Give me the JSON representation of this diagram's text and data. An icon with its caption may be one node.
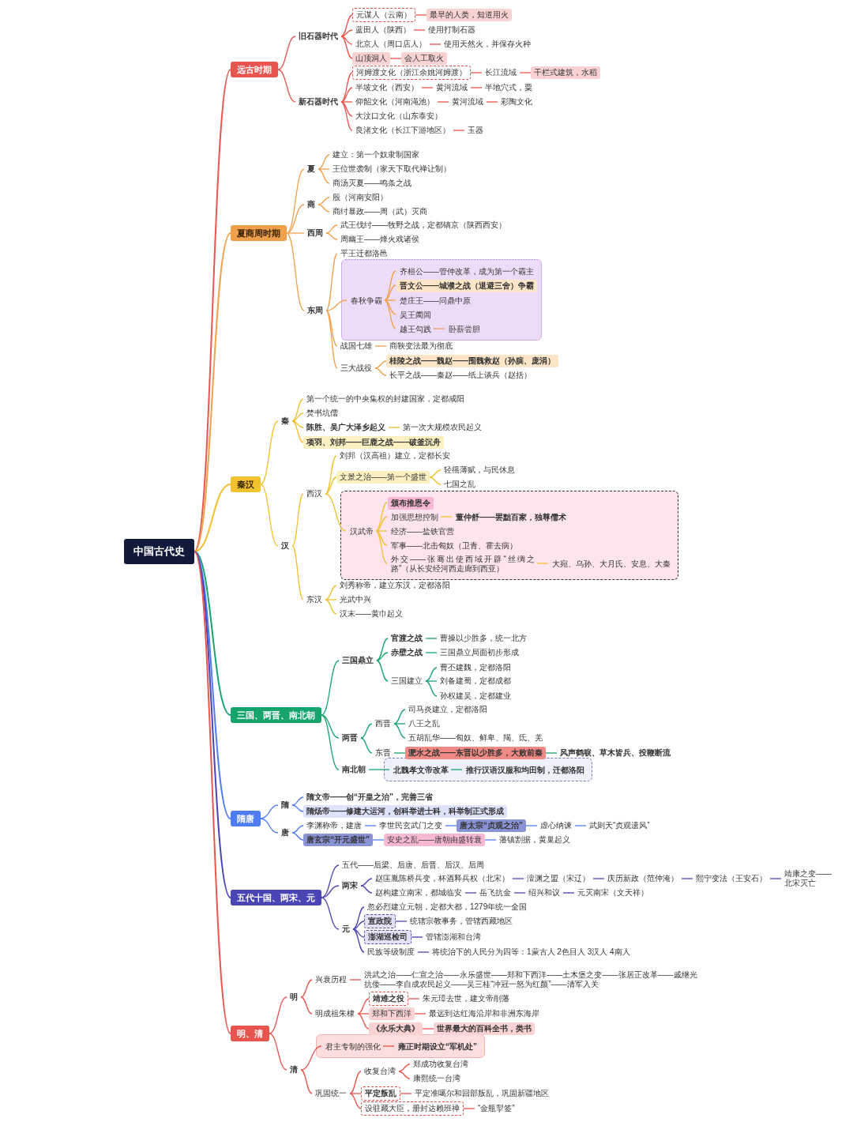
{
  "diagram": {
    "nodes": [
      {
        "text": [
          "中国古代史"
        ]
      },
      {
        "text": [
          "远古时期"
        ]
      },
      {
        "text": [
          "旧石器时代"
        ]
      },
      {
        "text": [
          "元谋人（云南）"
        ]
      },
      {
        "text": [
          "最早的人类，知道用火"
        ]
      },
      {
        "text": [
          "蓝田人（陕西）"
        ]
      },
      {
        "text": [
          "使用打制石器"
        ]
      },
      {
        "text": [
          "北京人（周口店人）"
        ]
      },
      {
        "text": [
          "使用天然火，并保存火种"
        ]
      },
      {
        "text": [
          "山顶洞人"
        ]
      },
      {
        "text": [
          "会人工取火"
        ]
      },
      {
        "text": [
          "新石器时代"
        ]
      },
      {
        "text": [
          "河姆渡文化（浙江余姚河姆渡）"
        ]
      },
      {
        "text": [
          "长江流域"
        ]
      },
      {
        "text": [
          "干栏式建筑，水稻"
        ]
      },
      {
        "text": [
          "半坡文化（西安）"
        ]
      },
      {
        "text": [
          "黄河流域"
        ]
      },
      {
        "text": [
          "半地穴式，粟"
        ]
      },
      {
        "text": [
          "仰韶文化（河南渑池）"
        ]
      },
      {
        "text": [
          "黄河流域"
        ]
      },
      {
        "text": [
          "彩陶文化"
        ]
      },
      {
        "text": [
          "大汶口文化（山东泰安）"
        ]
      },
      {
        "text": [
          "良渚文化（长江下游地区）"
        ]
      },
      {
        "text": [
          "玉器"
        ]
      },
      {
        "text": [
          "夏商周时期"
        ]
      },
      {
        "text": [
          "夏"
        ]
      },
      {
        "text": [
          "建立：第一个奴隶制国家"
        ]
      },
      {
        "text": [
          "王位世袭制（家天下取代禅让制）"
        ]
      },
      {
        "text": [
          "商汤灭夏——鸣条之战"
        ]
      },
      {
        "text": [
          "商"
        ]
      },
      {
        "text": [
          "殷（河南安阳）"
        ]
      },
      {
        "text": [
          "商纣暴政——周（武）灭商"
        ]
      },
      {
        "text": [
          "西周"
        ]
      },
      {
        "text": [
          "武王伐纣——牧野之战，定都镐京（陕西西安）"
        ]
      },
      {
        "text": [
          "周幽王——烽火戏诸侯"
        ]
      },
      {
        "text": [
          "东周"
        ]
      },
      {
        "text": [
          "平王迁都洛邑"
        ]
      },
      {
        "text": [],
        "shape": "box"
      },
      {
        "text": [
          "春秋争霸"
        ],
        "in": 37
      },
      {
        "text": [
          "齐桓公——管仲改革，成为第一个霸主"
        ],
        "in": 37
      },
      {
        "text": [
          "晋文公——城濮之战（退避三舍）争霸"
        ],
        "in": 37
      },
      {
        "text": [
          "楚庄王——问鼎中原"
        ],
        "in": 37
      },
      {
        "text": [
          "吴王阖闾"
        ],
        "in": 37
      },
      {
        "text": [
          "越王勾践"
        ],
        "in": 37
      },
      {
        "text": [
          "卧薪尝胆"
        ],
        "in": 37
      },
      {
        "text": [
          "战国七雄"
        ]
      },
      {
        "text": [
          "商鞅变法最为彻底"
        ]
      },
      {
        "text": [
          "三大战役"
        ]
      },
      {
        "text": [
          "桂陵之战——魏赵——围魏救赵（孙膑、庞涓）"
        ]
      },
      {
        "text": [
          "长平之战——秦赵——纸上谈兵（赵括）"
        ]
      },
      {
        "text": [
          "秦汉"
        ]
      },
      {
        "text": [
          "秦"
        ]
      },
      {
        "text": [
          "第一个统一的中央集权的封建国家，定都咸阳"
        ]
      },
      {
        "text": [
          "焚书坑儒"
        ]
      },
      {
        "text": [
          "陈胜、吴广大泽乡起义"
        ]
      },
      {
        "text": [
          "第一次大规模农民起义"
        ]
      },
      {
        "text": [
          "项羽、刘邦——巨鹿之战——破釜沉舟"
        ]
      },
      {
        "text": [
          "汉"
        ]
      },
      {
        "text": [
          "西汉"
        ]
      },
      {
        "text": [
          "刘邦（汉高祖）建立，定都长安"
        ]
      },
      {
        "text": [
          "文景之治——第一个盛世"
        ]
      },
      {
        "text": [
          "轻徭薄赋，与民休息"
        ]
      },
      {
        "text": [
          "七国之乱"
        ]
      },
      {
        "text": [],
        "shape": "box"
      },
      {
        "text": [
          "汉武帝"
        ],
        "in": 63
      },
      {
        "text": [
          "颁布推恩令"
        ],
        "in": 63
      },
      {
        "text": [
          "加强思想控制"
        ],
        "in": 63
      },
      {
        "text": [
          "董仲舒——罢黜百家，独尊儒术"
        ],
        "in": 63
      },
      {
        "text": [
          "经济——盐铁官营"
        ],
        "in": 63
      },
      {
        "text": [
          "军事——北击匈奴（卫青、霍去病）"
        ],
        "in": 63
      },
      {
        "text": [
          "外交——张骞出使西域开辟“丝绸之路”（从长安经河西走廊到西亚）"
        ],
        "in": 63
      },
      {
        "text": [
          "大宛、乌孙、大月氏、安息、大秦"
        ],
        "in": 63
      },
      {
        "text": [
          "东汉"
        ]
      },
      {
        "text": [
          "刘秀称帝，建立东汉，定都洛阳"
        ]
      },
      {
        "text": [
          "光武中兴"
        ]
      },
      {
        "text": [
          "汉末——黄巾起义"
        ]
      },
      {
        "text": [
          "三国、两晋、南北朝"
        ]
      },
      {
        "text": [
          "三国鼎立"
        ]
      },
      {
        "text": [
          "官渡之战"
        ]
      },
      {
        "text": [
          "曹操以少胜多，统一北方"
        ]
      },
      {
        "text": [
          "赤壁之战"
        ]
      },
      {
        "text": [
          "三国鼎立局面初步形成"
        ]
      },
      {
        "text": [
          "三国建立"
        ]
      },
      {
        "text": [
          "曹丕建魏，定都洛阳"
        ]
      },
      {
        "text": [
          "刘备建蜀，定都成都"
        ]
      },
      {
        "text": [
          "孙权建吴，定都建业"
        ]
      },
      {
        "text": [
          "两晋"
        ]
      },
      {
        "text": [
          "西晋"
        ]
      },
      {
        "text": [
          "司马炎建立，定都洛阳"
        ]
      },
      {
        "text": [
          "八王之乱"
        ]
      },
      {
        "text": [
          "五胡乱华——匈奴、鲜卑、羯、氐、羌"
        ]
      },
      {
        "text": [
          "东晋"
        ]
      },
      {
        "text": [
          "淝水之战——东晋以少胜多，大败前秦"
        ]
      },
      {
        "text": [
          "风声鹤唳、草木皆兵、投鞭断流"
        ]
      },
      {
        "text": [
          "南北朝"
        ]
      },
      {
        "text": [],
        "shape": "box"
      },
      {
        "text": [
          "北魏孝文帝改革"
        ],
        "in": 95
      },
      {
        "text": [
          "推行汉语汉服和均田制，迁都洛阳"
        ],
        "in": 95
      },
      {
        "text": [
          "隋唐"
        ]
      },
      {
        "text": [
          "隋"
        ]
      },
      {
        "text": [
          "隋文帝——创“开皇之治”，完善三省"
        ]
      },
      {
        "text": [
          "隋炀帝——修建大运河，创科举进士科，科举制正式形成"
        ]
      },
      {
        "text": [
          "唐"
        ]
      },
      {
        "text": [
          "李渊称帝，建唐"
        ]
      },
      {
        "text": [
          "李世民玄武门之变"
        ]
      },
      {
        "text": [
          "唐太宗“贞观之治”"
        ]
      },
      {
        "text": [
          "虚心纳谏"
        ]
      },
      {
        "text": [
          "武则天“贞观遗风”"
        ]
      },
      {
        "text": [
          "唐玄宗“开元盛世”"
        ]
      },
      {
        "text": [
          "安史之乱——唐朝由盛转衰"
        ]
      },
      {
        "text": [
          "藩镇割据，黄巢起义"
        ]
      },
      {
        "text": [
          "五代十国、两宋、元"
        ]
      },
      {
        "text": [
          "五代——后梁、后唐、后晋、后汉、后周"
        ]
      },
      {
        "text": [
          "两宋"
        ]
      },
      {
        "text": [
          "赵匡胤陈桥兵变，杯酒释兵权（北宋）"
        ]
      },
      {
        "text": [
          "澶渊之盟（宋辽）"
        ]
      },
      {
        "text": [
          "庆历新政（范仲淹）"
        ]
      },
      {
        "text": [
          "熙宁变法（王安石）"
        ]
      },
      {
        "text": [
          "靖康之变——北宋灭亡"
        ]
      },
      {
        "text": [
          "赵构建立南宋，都城临安"
        ]
      },
      {
        "text": [
          "岳飞抗金"
        ]
      },
      {
        "text": [
          "绍兴和议"
        ]
      },
      {
        "text": [
          "元灭南宋（文天祥）"
        ]
      },
      {
        "text": [
          "元"
        ]
      },
      {
        "text": [
          "忽必烈建立元朝，定都大都，1279年统一全国"
        ]
      },
      {
        "text": [
          "宣政院"
        ]
      },
      {
        "text": [
          "统辖宗教事务，管辖西藏地区"
        ]
      },
      {
        "text": [
          "澎湖巡检司"
        ]
      },
      {
        "text": [
          "管辖澎湖和台湾"
        ]
      },
      {
        "text": [
          "民族等级制度"
        ]
      },
      {
        "text": [
          "将统治下的人民分为四等：1蒙古人 2色目人 3汉人 4南人"
        ]
      },
      {
        "text": [
          "明、清"
        ]
      },
      {
        "text": [
          "明"
        ]
      },
      {
        "text": [
          "兴衰历程"
        ]
      },
      {
        "text": [
          "洪武之治——仁宣之治——永乐盛世——郑和下西洋——土木堡之变——张居正改革——戚继光抗倭——李自成农民起义——吴三桂“冲冠一怒为红颜”——清军入关"
        ]
      },
      {
        "text": [
          "明成祖朱棣"
        ]
      },
      {
        "text": [
          "靖难之役"
        ]
      },
      {
        "text": [
          "朱元璋去世，建文帝削藩"
        ]
      },
      {
        "text": [
          "郑和下西洋"
        ]
      },
      {
        "text": [
          "最远到达红海沿岸和非洲东海岸"
        ]
      },
      {
        "text": [
          "《永乐大典》"
        ]
      },
      {
        "text": [
          "世界最大的百科全书，类书"
        ]
      },
      {
        "text": [
          "清"
        ]
      },
      {
        "text": [],
        "shape": "box"
      },
      {
        "text": [
          "君主专制的强化"
        ],
        "in": 143
      },
      {
        "text": [
          "雍正时期设立“军机处”"
        ],
        "in": 143
      },
      {
        "text": [
          "巩固统一"
        ]
      },
      {
        "text": [
          "收复台湾"
        ]
      },
      {
        "text": [
          "郑成功收复台湾"
        ]
      },
      {
        "text": [
          "康熙统一台湾"
        ]
      },
      {
        "text": [
          "平定叛乱"
        ]
      },
      {
        "text": [
          "平定准噶尔和回部叛乱，巩固新疆地区"
        ]
      },
      {
        "text": [
          "设驻藏大臣，册封达赖班禅"
        ]
      },
      {
        "text": [
          "“金瓶掣签”"
        ]
      }
    ],
    "edges": [
      {
        "from": 0,
        "to": 1,
        "arrow": "none"
      },
      {
        "from": 0,
        "to": 24,
        "arrow": "none",
        "color": "#f0a04b"
      },
      {
        "from": 0,
        "to": 50,
        "arrow": "none",
        "color": "#f2c12e"
      },
      {
        "from": 0,
        "to": 76,
        "arrow": "none",
        "color": "#16a46c"
      },
      {
        "from": 0,
        "to": 98,
        "arrow": "none",
        "color": "#4f7cf3"
      },
      {
        "from": 0,
        "to": 111,
        "arrow": "none",
        "color": "#4a45b5"
      },
      {
        "from": 0,
        "to": 131,
        "arrow": "none"
      },
      {
        "from": 1,
        "to": 2,
        "arrow": "none"
      },
      {
        "from": 1,
        "to": 11,
        "arrow": "none"
      },
      {
        "from": 2,
        "to": 3,
        "arrow": "none"
      },
      {
        "from": 3,
        "to": 4,
        "arrow": "none"
      },
      {
        "from": 2,
        "to": 5,
        "arrow": "none"
      },
      {
        "from": 5,
        "to": 6,
        "arrow": "none"
      },
      {
        "from": 2,
        "to": 7,
        "arrow": "none"
      },
      {
        "from": 7,
        "to": 8,
        "arrow": "none"
      },
      {
        "from": 2,
        "to": 9,
        "arrow": "none"
      },
      {
        "from": 9,
        "to": 10,
        "arrow": "none"
      },
      {
        "from": 11,
        "to": 12,
        "arrow": "none"
      },
      {
        "from": 12,
        "to": 13,
        "arrow": "none"
      },
      {
        "from": 13,
        "to": 14,
        "arrow": "none"
      },
      {
        "from": 11,
        "to": 15,
        "arrow": "none"
      },
      {
        "from": 15,
        "to": 16,
        "arrow": "none"
      },
      {
        "from": 16,
        "to": 17,
        "arrow": "none"
      },
      {
        "from": 11,
        "to": 18,
        "arrow": "none"
      },
      {
        "from": 18,
        "to": 19,
        "arrow": "none"
      },
      {
        "from": 19,
        "to": 20,
        "arrow": "none"
      },
      {
        "from": 11,
        "to": 21,
        "arrow": "none"
      },
      {
        "from": 11,
        "to": 22,
        "arrow": "none"
      },
      {
        "from": 22,
        "to": 23,
        "arrow": "none"
      },
      {
        "from": 24,
        "to": 25,
        "arrow": "none",
        "color": "#f0a04b"
      },
      {
        "from": 24,
        "to": 29,
        "arrow": "none",
        "color": "#f0a04b"
      },
      {
        "from": 24,
        "to": 32,
        "arrow": "none",
        "color": "#f0a04b"
      },
      {
        "from": 24,
        "to": 35,
        "arrow": "none",
        "color": "#f0a04b"
      },
      {
        "from": 25,
        "to": 26,
        "arrow": "none",
        "color": "#f0a04b"
      },
      {
        "from": 25,
        "to": 27,
        "arrow": "none",
        "color": "#f0a04b"
      },
      {
        "from": 25,
        "to": 28,
        "arrow": "none",
        "color": "#f0a04b"
      },
      {
        "from": 29,
        "to": 30,
        "arrow": "none",
        "color": "#f0a04b"
      },
      {
        "from": 29,
        "to": 31,
        "arrow": "none",
        "color": "#f0a04b"
      },
      {
        "from": 32,
        "to": 33,
        "arrow": "none",
        "color": "#f0a04b"
      },
      {
        "from": 32,
        "to": 34,
        "arrow": "none",
        "color": "#f0a04b"
      },
      {
        "from": 35,
        "to": 36,
        "arrow": "none",
        "color": "#f0a04b"
      },
      {
        "from": 35,
        "to": 38,
        "arrow": "none",
        "color": "#f0a04b"
      },
      {
        "from": 38,
        "to": 39,
        "arrow": "none",
        "color": "#f0a04b"
      },
      {
        "from": 38,
        "to": 40,
        "arrow": "none",
        "color": "#f0a04b"
      },
      {
        "from": 38,
        "to": 41,
        "arrow": "none",
        "color": "#f0a04b"
      },
      {
        "from": 38,
        "to": 42,
        "arrow": "none",
        "color": "#f0a04b"
      },
      {
        "from": 38,
        "to": 43,
        "arrow": "none",
        "color": "#f0a04b"
      },
      {
        "from": 43,
        "to": 44,
        "arrow": "none",
        "color": "#f0a04b"
      },
      {
        "from": 35,
        "to": 45,
        "arrow": "none",
        "color": "#f0a04b"
      },
      {
        "from": 45,
        "to": 46,
        "arrow": "none",
        "color": "#f0a04b"
      },
      {
        "from": 35,
        "to": 47,
        "arrow": "none",
        "color": "#f0a04b"
      },
      {
        "from": 47,
        "to": 48,
        "arrow": "none",
        "color": "#f0a04b"
      },
      {
        "from": 47,
        "to": 49,
        "arrow": "none",
        "color": "#f0a04b"
      },
      {
        "from": 50,
        "to": 51,
        "arrow": "none",
        "color": "#f2c12e"
      },
      {
        "from": 50,
        "to": 57,
        "arrow": "none",
        "color": "#f2c12e"
      },
      {
        "from": 51,
        "to": 52,
        "arrow": "none",
        "color": "#f2c12e"
      },
      {
        "from": 51,
        "to": 53,
        "arrow": "none",
        "color": "#f2c12e"
      },
      {
        "from": 51,
        "to": 54,
        "arrow": "none",
        "color": "#f2c12e"
      },
      {
        "from": 54,
        "to": 55,
        "arrow": "none",
        "color": "#f2c12e"
      },
      {
        "from": 51,
        "to": 56,
        "arrow": "none",
        "color": "#f2c12e"
      },
      {
        "from": 57,
        "to": 58,
        "arrow": "none",
        "color": "#f2c12e"
      },
      {
        "from": 57,
        "to": 72,
        "arrow": "none",
        "color": "#f2c12e"
      },
      {
        "from": 58,
        "to": 59,
        "arrow": "none",
        "color": "#f2c12e"
      },
      {
        "from": 58,
        "to": 60,
        "arrow": "none",
        "color": "#f2c12e"
      },
      {
        "from": 60,
        "to": 61,
        "arrow": "none",
        "color": "#f2c12e"
      },
      {
        "from": 60,
        "to": 62,
        "arrow": "none",
        "color": "#f2c12e"
      },
      {
        "from": 58,
        "to": 64,
        "arrow": "none",
        "color": "#f2c12e"
      },
      {
        "from": 64,
        "to": 65,
        "arrow": "none",
        "color": "#f2c12e"
      },
      {
        "from": 64,
        "to": 66,
        "arrow": "none",
        "color": "#f2c12e"
      },
      {
        "from": 66,
        "to": 67,
        "arrow": "none",
        "color": "#f2c12e"
      },
      {
        "from": 64,
        "to": 68,
        "arrow": "none",
        "color": "#f2c12e"
      },
      {
        "from": 64,
        "to": 69,
        "arrow": "none",
        "color": "#f2c12e"
      },
      {
        "from": 64,
        "to": 70,
        "arrow": "none",
        "color": "#f2c12e"
      },
      {
        "from": 70,
        "to": 71,
        "arrow": "none",
        "color": "#f2c12e"
      },
      {
        "from": 72,
        "to": 73,
        "arrow": "none",
        "color": "#f2c12e"
      },
      {
        "from": 72,
        "to": 74,
        "arrow": "none",
        "color": "#f2c12e"
      },
      {
        "from": 72,
        "to": 75,
        "arrow": "none",
        "color": "#f2c12e"
      },
      {
        "from": 76,
        "to": 77,
        "arrow": "none",
        "color": "#16a46c"
      },
      {
        "from": 76,
        "to": 86,
        "arrow": "none",
        "color": "#16a46c"
      },
      {
        "from": 76,
        "to": 94,
        "arrow": "none",
        "color": "#16a46c"
      },
      {
        "from": 77,
        "to": 78,
        "arrow": "none",
        "color": "#16a46c"
      },
      {
        "from": 78,
        "to": 79,
        "arrow": "none",
        "color": "#16a46c"
      },
      {
        "from": 77,
        "to": 80,
        "arrow": "none",
        "color": "#16a46c"
      },
      {
        "from": 80,
        "to": 81,
        "arrow": "none",
        "color": "#16a46c"
      },
      {
        "from": 77,
        "to": 82,
        "arrow": "none",
        "color": "#16a46c"
      },
      {
        "from": 82,
        "to": 83,
        "arrow": "none",
        "color": "#16a46c"
      },
      {
        "from": 82,
        "to": 84,
        "arrow": "none",
        "color": "#16a46c"
      },
      {
        "from": 82,
        "to": 85,
        "arrow": "none",
        "color": "#16a46c"
      },
      {
        "from": 86,
        "to": 87,
        "arrow": "none",
        "color": "#16a46c"
      },
      {
        "from": 86,
        "to": 91,
        "arrow": "none",
        "color": "#16a46c"
      },
      {
        "from": 87,
        "to": 88,
        "arrow": "none",
        "color": "#16a46c"
      },
      {
        "from": 87,
        "to": 89,
        "arrow": "none",
        "color": "#16a46c"
      },
      {
        "from": 87,
        "to": 90,
        "arrow": "none",
        "color": "#16a46c"
      },
      {
        "from": 91,
        "to": 92,
        "arrow": "none",
        "color": "#16a46c"
      },
      {
        "from": 92,
        "to": 93,
        "arrow": "none",
        "color": "#16a46c"
      },
      {
        "from": 94,
        "to": 96,
        "arrow": "none",
        "color": "#16a46c"
      },
      {
        "from": 96,
        "to": 97,
        "arrow": "none",
        "color": "#16a46c"
      },
      {
        "from": 98,
        "to": 99,
        "arrow": "none",
        "color": "#4f7cf3"
      },
      {
        "from": 98,
        "to": 102,
        "arrow": "none",
        "color": "#4f7cf3"
      },
      {
        "from": 99,
        "to": 100,
        "arrow": "none",
        "color": "#4f7cf3"
      },
      {
        "from": 99,
        "to": 101,
        "arrow": "none",
        "color": "#4f7cf3"
      },
      {
        "from": 102,
        "to": 103,
        "arrow": "none",
        "color": "#4f7cf3"
      },
      {
        "from": 103,
        "to": 104,
        "arrow": "none",
        "color": "#4f7cf3"
      },
      {
        "from": 104,
        "to": 105,
        "arrow": "none",
        "color": "#4f7cf3"
      },
      {
        "from": 105,
        "to": 106,
        "arrow": "none",
        "color": "#4f7cf3"
      },
      {
        "from": 106,
        "to": 107,
        "arrow": "none",
        "color": "#4f7cf3"
      },
      {
        "from": 102,
        "to": 108,
        "arrow": "none",
        "color": "#4f7cf3"
      },
      {
        "from": 108,
        "to": 109,
        "arrow": "none",
        "color": "#4f7cf3"
      },
      {
        "from": 109,
        "to": 110,
        "arrow": "none",
        "color": "#4f7cf3"
      },
      {
        "from": 111,
        "to": 112,
        "arrow": "none",
        "color": "#4a45b5"
      },
      {
        "from": 111,
        "to": 113,
        "arrow": "none",
        "color": "#4a45b5"
      },
      {
        "from": 111,
        "to": 123,
        "arrow": "none",
        "color": "#4a45b5"
      },
      {
        "from": 113,
        "to": 114,
        "arrow": "none",
        "color": "#4a45b5"
      },
      {
        "from": 114,
        "to": 115,
        "arrow": "none",
        "color": "#4a45b5"
      },
      {
        "from": 115,
        "to": 116,
        "arrow": "none",
        "color": "#4a45b5"
      },
      {
        "from": 116,
        "to": 117,
        "arrow": "none",
        "color": "#4a45b5"
      },
      {
        "from": 117,
        "to": 118,
        "arrow": "none",
        "color": "#4a45b5"
      },
      {
        "from": 113,
        "to": 119,
        "arrow": "none",
        "color": "#4a45b5"
      },
      {
        "from": 119,
        "to": 120,
        "arrow": "none",
        "color": "#4a45b5"
      },
      {
        "from": 120,
        "to": 121,
        "arrow": "none",
        "color": "#4a45b5"
      },
      {
        "from": 121,
        "to": 122,
        "arrow": "none",
        "color": "#4a45b5"
      },
      {
        "from": 123,
        "to": 124,
        "arrow": "none",
        "color": "#4a45b5"
      },
      {
        "from": 123,
        "to": 125,
        "arrow": "none",
        "color": "#4a45b5"
      },
      {
        "from": 125,
        "to": 126,
        "arrow": "none",
        "color": "#4a45b5"
      },
      {
        "from": 123,
        "to": 127,
        "arrow": "none",
        "color": "#4a45b5"
      },
      {
        "from": 127,
        "to": 128,
        "arrow": "none",
        "color": "#4a45b5"
      },
      {
        "from": 123,
        "to": 129,
        "arrow": "none",
        "color": "#4a45b5"
      },
      {
        "from": 129,
        "to": 130,
        "arrow": "none",
        "color": "#4a45b5"
      },
      {
        "from": 131,
        "to": 132,
        "arrow": "none"
      },
      {
        "from": 131,
        "to": 142,
        "arrow": "none"
      },
      {
        "from": 132,
        "to": 133,
        "arrow": "none"
      },
      {
        "from": 133,
        "to": 134,
        "arrow": "none"
      },
      {
        "from": 132,
        "to": 135,
        "arrow": "none"
      },
      {
        "from": 135,
        "to": 136,
        "arrow": "none"
      },
      {
        "from": 136,
        "to": 137,
        "arrow": "none"
      },
      {
        "from": 135,
        "to": 138,
        "arrow": "none"
      },
      {
        "from": 138,
        "to": 139,
        "arrow": "none"
      },
      {
        "from": 135,
        "to": 140,
        "arrow": "none"
      },
      {
        "from": 140,
        "to": 141,
        "arrow": "none"
      },
      {
        "from": 142,
        "to": 144,
        "arrow": "none"
      },
      {
        "from": 144,
        "to": 145,
        "arrow": "none"
      },
      {
        "from": 142,
        "to": 146,
        "arrow": "none"
      },
      {
        "from": 146,
        "to": 147,
        "arrow": "none"
      },
      {
        "from": 147,
        "to": 148,
        "arrow": "none"
      },
      {
        "from": 147,
        "to": 149,
        "arrow": "none"
      },
      {
        "from": 146,
        "to": 150,
        "arrow": "none"
      },
      {
        "from": 150,
        "to": 151,
        "arrow": "none"
      },
      {
        "from": 146,
        "to": 152,
        "arrow": "none"
      },
      {
        "from": 152,
        "to": 153,
        "arrow": "none"
      }
    ]
  }
}
